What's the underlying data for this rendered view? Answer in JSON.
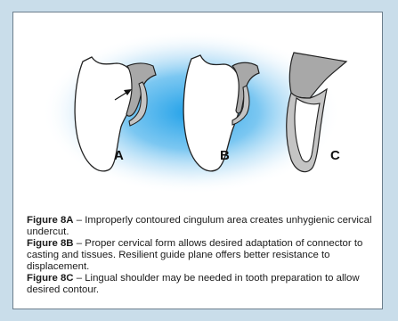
{
  "figure": {
    "labels": {
      "a": "A",
      "b": "B",
      "c": "C"
    }
  },
  "captions": [
    {
      "label": "Figure 8A",
      "sep": " – ",
      "text": "Improperly contoured cingulum area creates unhygienic cervical undercut."
    },
    {
      "label": "Figure 8B",
      "sep": " – ",
      "text": "Proper cervical form allows desired adaptation of connector to casting and tissues. Resilient guide plane offers better resistance to displacement."
    },
    {
      "label": "Figure 8C",
      "sep": " – ",
      "text": "Lingual shoulder may be needed in tooth preparation to allow desired contour."
    }
  ],
  "colors": {
    "page_background": "#c9ddea",
    "glow": "#1fa0e8",
    "metal_gray": "#a8a8a8",
    "outline": "#222222"
  }
}
